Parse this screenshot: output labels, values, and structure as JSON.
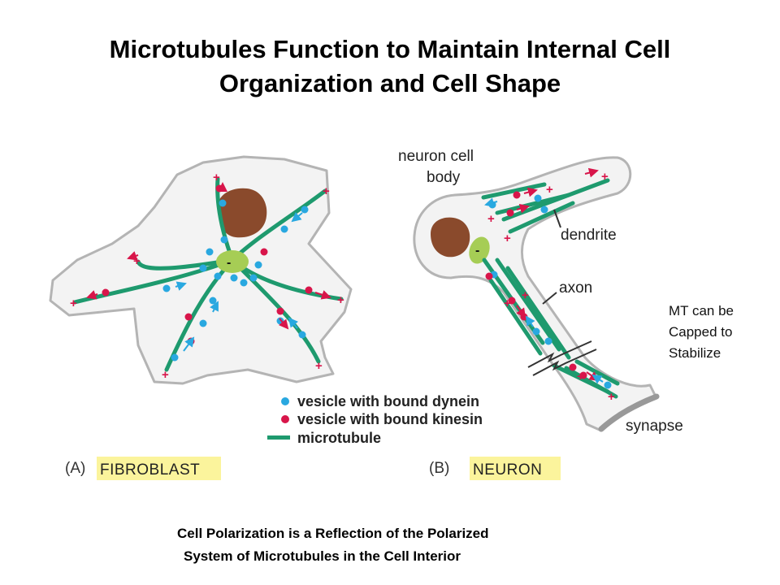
{
  "title": {
    "line1": "Microtubules Function to Maintain Internal Cell",
    "line2": "Organization and Cell Shape"
  },
  "panel_a": {
    "label": "(A)",
    "name": "FIBROBLAST"
  },
  "panel_b": {
    "label": "(B)",
    "name": "NEURON"
  },
  "neuron_labels": {
    "cell_body_line1": "neuron cell",
    "cell_body_line2": "body",
    "dendrite": "dendrite",
    "axon": "axon",
    "synapse": "synapse"
  },
  "legend": {
    "dynein": "vesicle with bound dynein",
    "kinesin": "vesicle with bound kinesin",
    "microtubule": "microtubule"
  },
  "markers": {
    "plus": "+",
    "minus": "-"
  },
  "side_note": {
    "line1": "MT can be",
    "line2": "Capped to",
    "line3": "Stabilize"
  },
  "caption": {
    "line1": "Cell Polarization is a Reflection of the Polarized",
    "line2": "System of Microtubules in the Cell Interior"
  },
  "colors": {
    "microtubule": "#1e9a6e",
    "dynein_vesicle": "#29a8e0",
    "kinesin_vesicle": "#d8154a",
    "nucleus": "#8a4a2c",
    "centrosome": "#a6cd55",
    "panel_highlight": "#fbf49c",
    "cell_fill": "#f3f3f3",
    "cell_outline": "#b4b4b4"
  }
}
